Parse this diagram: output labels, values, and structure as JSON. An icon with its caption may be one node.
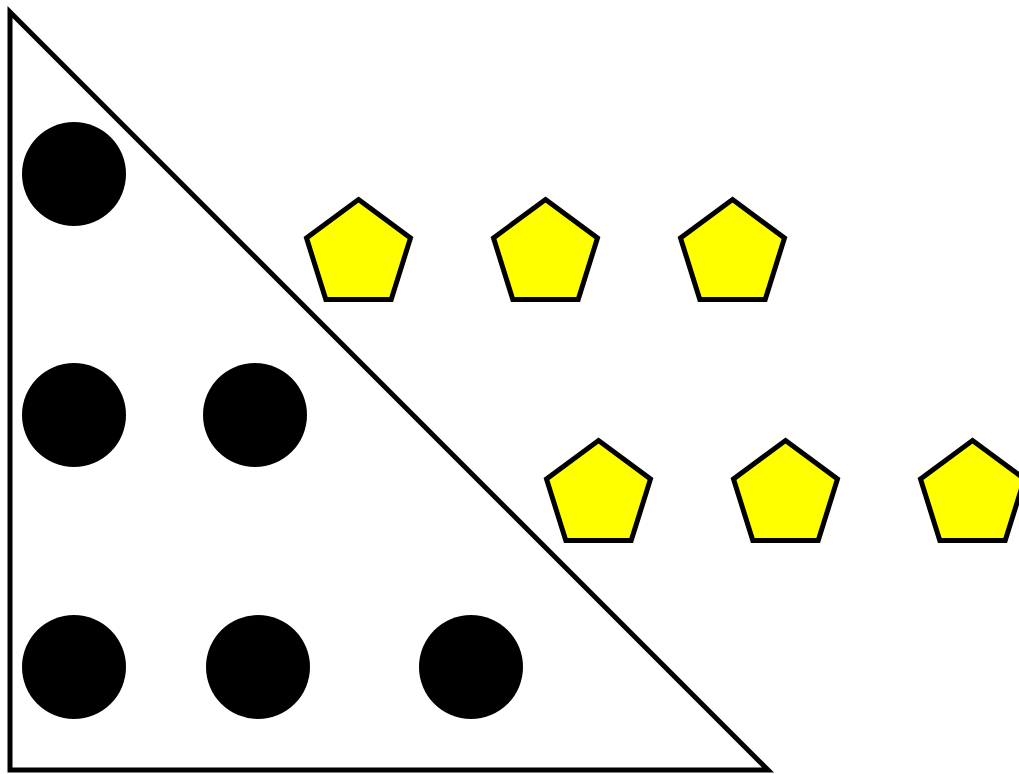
{
  "diagram": {
    "nodes": [
      {
        "text": [],
        "shape": "triangle"
      },
      {
        "text": [],
        "shape": "circle",
        "in": 0
      },
      {
        "text": [],
        "shape": "circle",
        "in": 0
      },
      {
        "text": [],
        "shape": "circle",
        "in": 0
      },
      {
        "text": [],
        "shape": "circle",
        "in": 0
      },
      {
        "text": [],
        "shape": "circle",
        "in": 0
      },
      {
        "text": [],
        "shape": "circle",
        "in": 0
      },
      {
        "text": [],
        "shape": "pentagon"
      },
      {
        "text": [],
        "shape": "pentagon"
      },
      {
        "text": [],
        "shape": "pentagon"
      },
      {
        "text": [],
        "shape": "pentagon"
      },
      {
        "text": [],
        "shape": "pentagon"
      },
      {
        "text": [],
        "shape": "pentagon"
      }
    ]
  }
}
